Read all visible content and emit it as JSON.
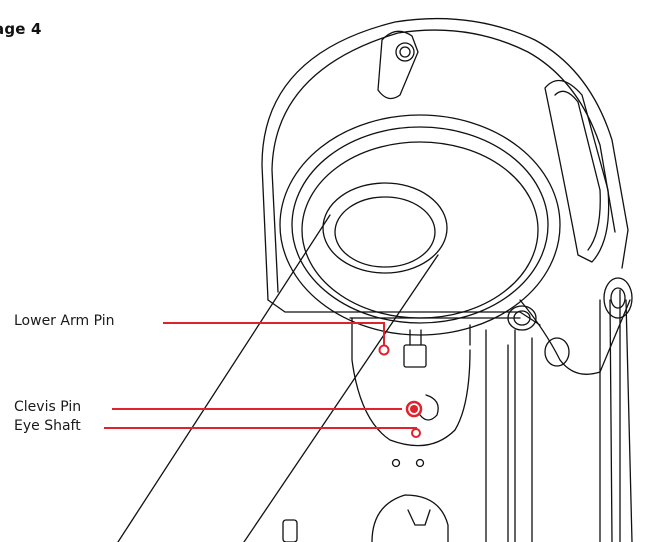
{
  "page": {
    "title": "age 4"
  },
  "callouts": [
    {
      "label": "Lower Arm Pin"
    },
    {
      "label": "Clevis Pin"
    },
    {
      "label": "Eye Shaft"
    }
  ],
  "colors": {
    "callout": "#e0222c",
    "line": "#111111",
    "highlight": "#e0222c"
  }
}
